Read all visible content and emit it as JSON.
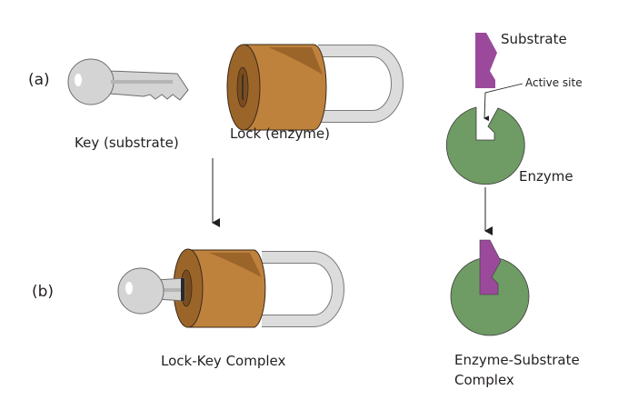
{
  "panels": {
    "a": "(a)",
    "b": "(b)"
  },
  "labels": {
    "key": "Key (substrate)",
    "lock": "Lock (enzyme)",
    "substrate": "Substrate",
    "active_site": "Active site",
    "enzyme": "Enzyme",
    "lock_key_complex": "Lock-Key Complex",
    "enzyme_substrate_line1": "Enzyme-Substrate",
    "enzyme_substrate_line2": "Complex"
  },
  "colors": {
    "key_fill": "#d4d4d4",
    "lock_body": "#bf823d",
    "lock_face": "#9b652a",
    "shackle": "#d8d8d8",
    "substrate": "#9b4a9b",
    "enzyme": "#6f9b64"
  }
}
